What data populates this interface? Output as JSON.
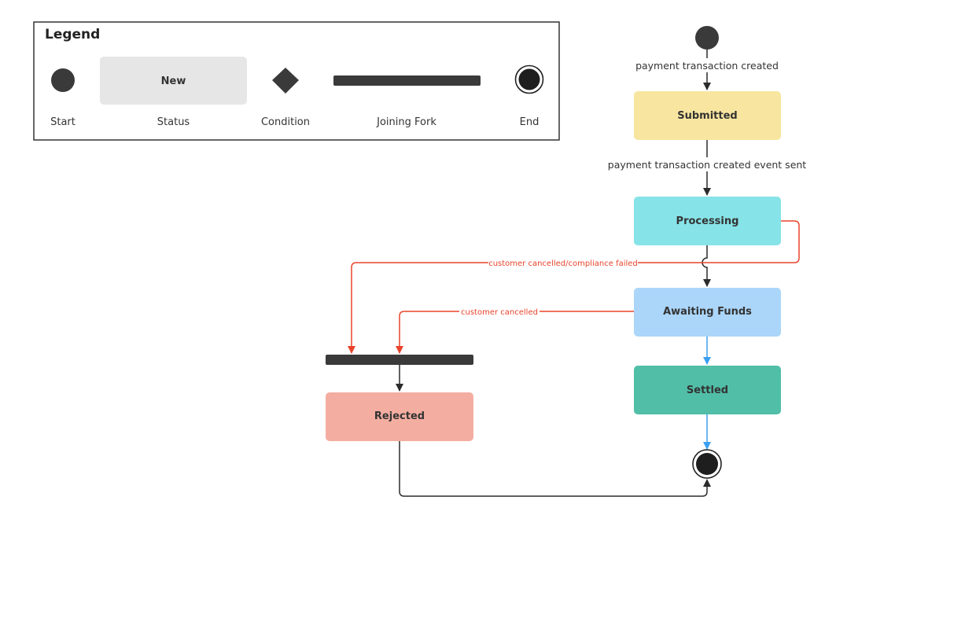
{
  "legend": {
    "title": "Legend",
    "start_label": "Start",
    "status_sample": "New",
    "status_label": "Status",
    "condition_label": "Condition",
    "fork_label": "Joining Fork",
    "end_label": "End"
  },
  "states": {
    "submitted": "Submitted",
    "processing": "Processing",
    "awaiting_funds": "Awaiting Funds",
    "settled": "Settled",
    "rejected": "Rejected"
  },
  "transitions": {
    "start_to_submitted": "payment transaction created",
    "submitted_to_processing": "payment transaction created event sent",
    "processing_to_rejected": "customer cancelled/compliance failed",
    "awaiting_to_rejected": "customer cancelled"
  },
  "colors": {
    "submitted": "#f8e6a0",
    "processing": "#86e3e7",
    "awaiting_funds": "#abd6f9",
    "settled": "#51bea7",
    "rejected": "#f4aea1",
    "status_sample": "#e6e6e6",
    "dark": "#3a3a3a",
    "red_edge": "#e8432b",
    "blue_edge": "#3a9ff0"
  }
}
